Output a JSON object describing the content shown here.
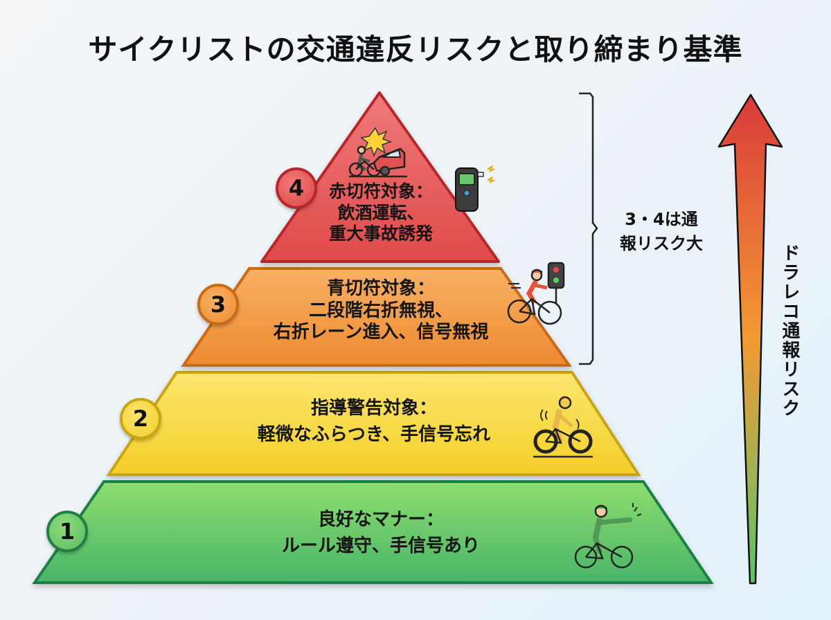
{
  "title": "サイクリストの交通違反リスクと取り締まり基準",
  "tiers": [
    {
      "level": "4",
      "color": "#e55353",
      "heading": "赤切符対象：",
      "lines": [
        "飲酒運転、",
        "重大事故誘発"
      ],
      "icons": [
        "bicycle-car-collision-icon",
        "breathalyzer-icon"
      ]
    },
    {
      "level": "3",
      "color": "#f19a45",
      "heading": "青切符対象：",
      "lines": [
        "二段階右折無視、",
        "右折レーン進入、信号無視"
      ],
      "icons": [
        "cyclist-traffic-light-icon"
      ]
    },
    {
      "level": "2",
      "color": "#f7d93d",
      "heading": "指導警告対象：",
      "lines": [
        "軽微なふらつき、手信号忘れ"
      ],
      "icons": [
        "wobbling-cyclist-icon"
      ]
    },
    {
      "level": "1",
      "color": "#6cc867",
      "heading": "良好なマナー：",
      "lines": [
        "ルール遵守、手信号あり"
      ],
      "icons": [
        "hand-signal-cyclist-icon"
      ]
    }
  ],
  "bracket": {
    "label_line1": "3・4は通",
    "label_line2": "報リスク大"
  },
  "risk_arrow": {
    "label": "ドラレコ通報リスク",
    "top_color": "#d93a3a",
    "mid_color": "#f39b34",
    "bottom_color": "#5cc46a"
  }
}
